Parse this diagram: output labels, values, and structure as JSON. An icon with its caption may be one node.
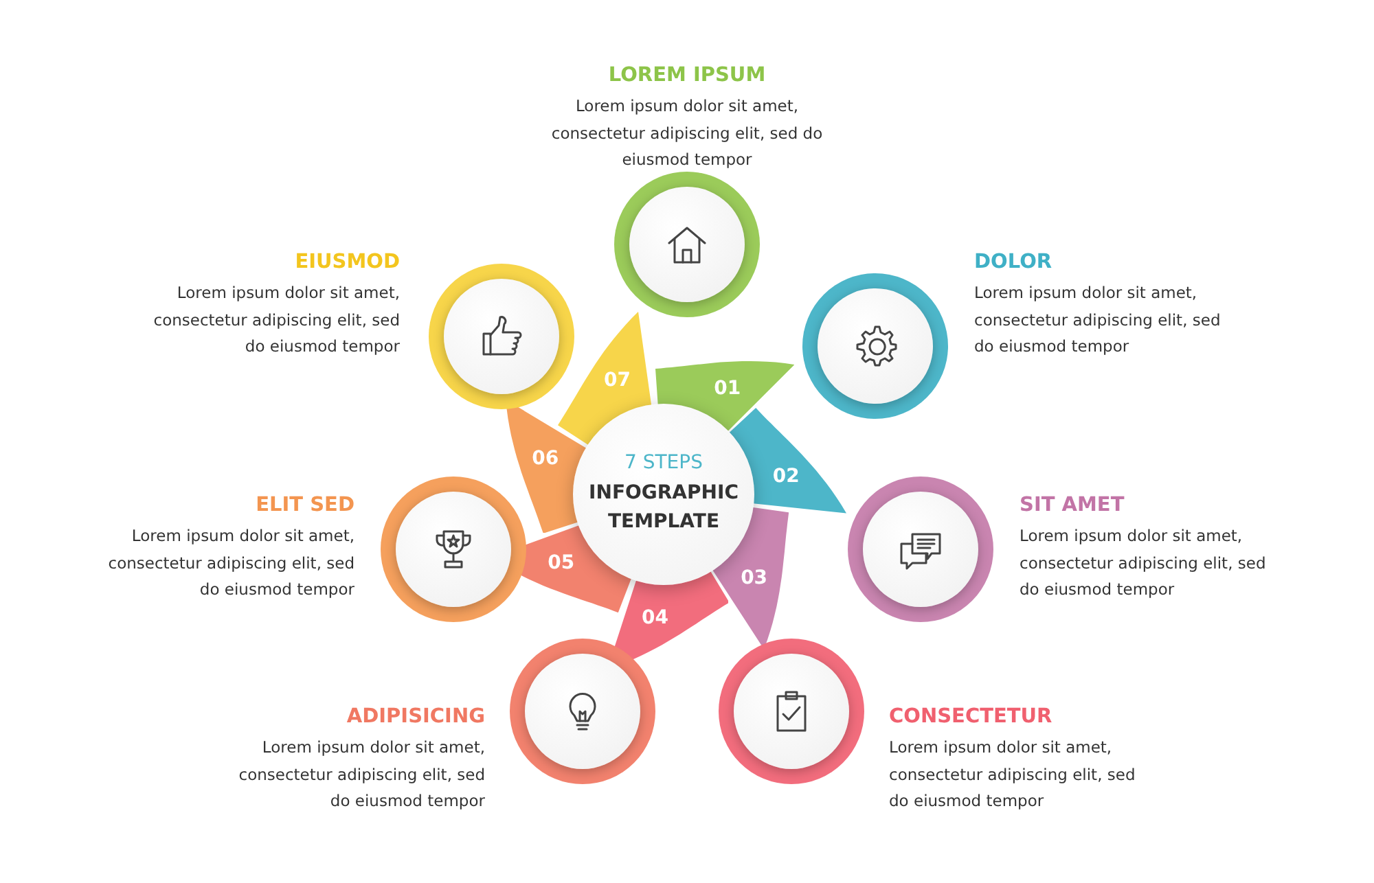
{
  "diagram": {
    "nodes": [
      {
        "text": [
          "7 STEPS",
          "INFOGRAPHIC TEMPLATE"
        ]
      },
      {
        "text": [
          "01"
        ]
      },
      {
        "text": [
          "02"
        ]
      },
      {
        "text": [
          "03"
        ]
      },
      {
        "text": [
          "04"
        ]
      },
      {
        "text": [
          "05"
        ]
      },
      {
        "text": [
          "06"
        ]
      },
      {
        "text": [
          "07"
        ]
      },
      {
        "text": [],
        "shape": "circle",
        "beside": [
          "LOREM IPSUM",
          "Lorem ipsum dolor sit amet, consectetur adipiscing elit, sed do eiusmod tempor"
        ]
      },
      {
        "text": [],
        "shape": "circle",
        "beside": [
          "DOLOR",
          "Lorem ipsum dolor sit amet, consectetur adipiscing elit, sed do eiusmod tempor"
        ]
      },
      {
        "text": [],
        "shape": "circle",
        "beside": [
          "SIT AMET",
          "Lorem ipsum dolor sit amet, consectetur adipiscing elit, sed do eiusmod tempor"
        ]
      },
      {
        "text": [],
        "shape": "circle",
        "beside": [
          "CONSECTETUR",
          "Lorem ipsum dolor sit amet, consectetur adipiscing elit, sed do eiusmod tempor"
        ]
      },
      {
        "text": [],
        "shape": "circle",
        "beside": [
          "ADIPISICING",
          "Lorem ipsum dolor sit amet, consectetur adipiscing elit, sed do eiusmod tempor"
        ]
      },
      {
        "text": [],
        "shape": "circle",
        "beside": [
          "ELIT SED",
          "Lorem ipsum dolor sit amet, consectetur adipiscing elit, sed do eiusmod tempor"
        ]
      },
      {
        "text": [],
        "shape": "circle",
        "beside": [
          "EIUSMOD",
          "Lorem ipsum dolor sit amet, consectetur adipiscing elit, sed do eiusmod tempor"
        ]
      }
    ],
    "edges": []
  }
}
